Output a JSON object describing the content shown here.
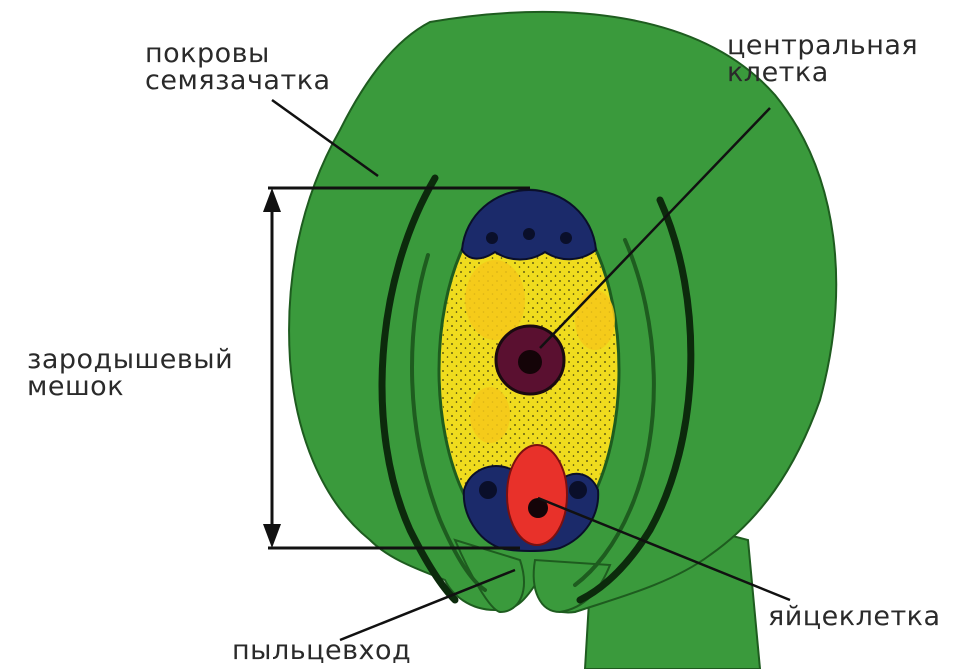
{
  "labels": {
    "integument": [
      "покровы",
      "семязачатка"
    ],
    "central_cell": [
      "центральная",
      "клетка"
    ],
    "embryo_sac": [
      "зародышевый",
      "мешок"
    ],
    "egg_cell": "яйцеклетка",
    "micropyle": "пыльцевход"
  },
  "colors": {
    "tissue": "#3a9a3c",
    "tissue_outline": "#1e5c1f",
    "sac_cytoplasm": "#f0dc1e",
    "sac_granules": "#3a3a10",
    "antipodal_cells": "#1b2a6a",
    "central_nucleus": "#5a1030",
    "egg_cell": "#e8312a",
    "lines": "#111111"
  }
}
